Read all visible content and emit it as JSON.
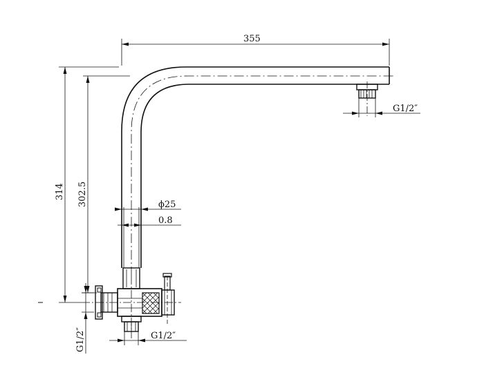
{
  "dimensions": {
    "width_total": "355",
    "height_total": "314",
    "height_inner": "302.5",
    "pipe_diameter": "ϕ25",
    "wall_thickness": "0.8",
    "outlet_thread_top": "G1/2″",
    "inlet_thread_bottom": "G1/2″",
    "inlet_thread_side": "G1/2″"
  }
}
